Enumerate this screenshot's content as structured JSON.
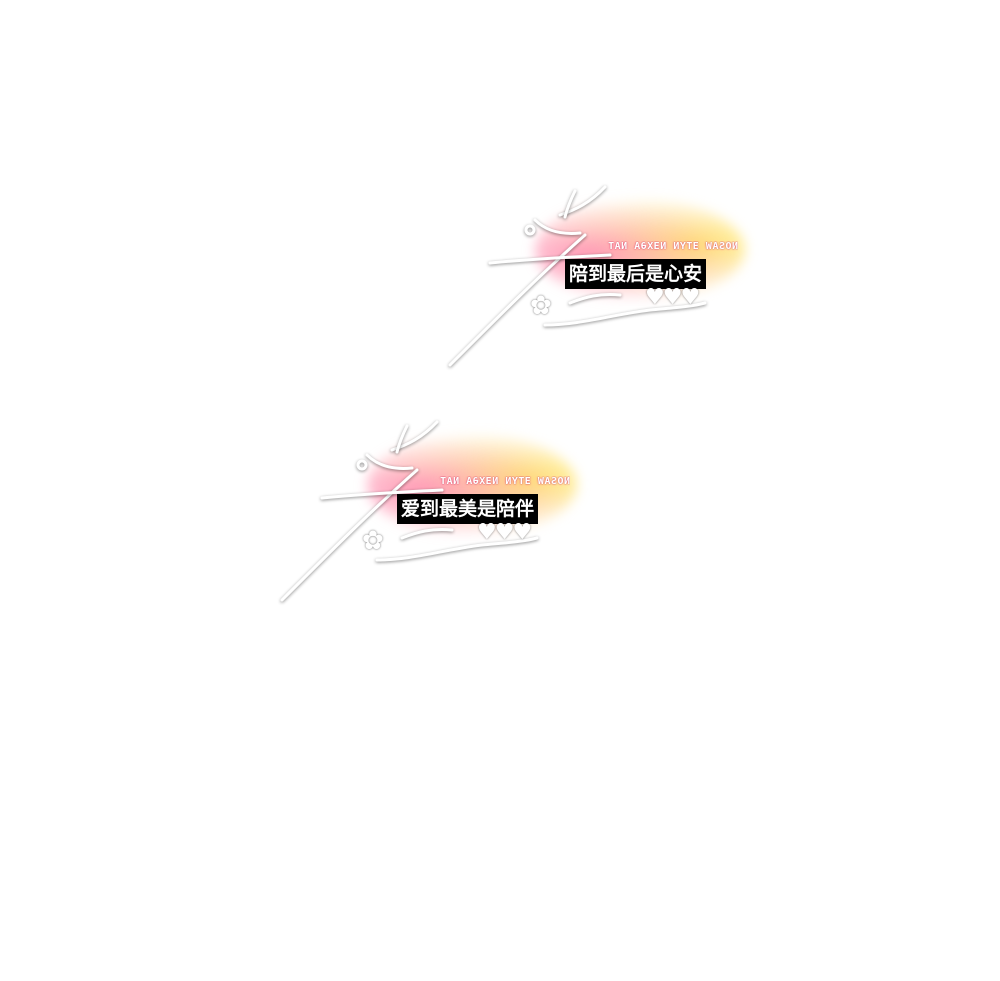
{
  "stickers": [
    {
      "caption": "陪到最后是心安",
      "mirrored_text": "NOSAW ƎTYN NƎXƏA NAT",
      "hearts": "♥♥♥",
      "clover": "✿",
      "glow_colors": [
        "#ff78aa",
        "#ffe650"
      ]
    },
    {
      "caption": "爱到最美是陪伴",
      "mirrored_text": "NOSAW ƎTYN NƎXƏA NAT",
      "hearts": "♥♥♥",
      "clover": "✿",
      "glow_colors": [
        "#ff78aa",
        "#ffe650"
      ]
    }
  ],
  "background_color": "#ffffff"
}
